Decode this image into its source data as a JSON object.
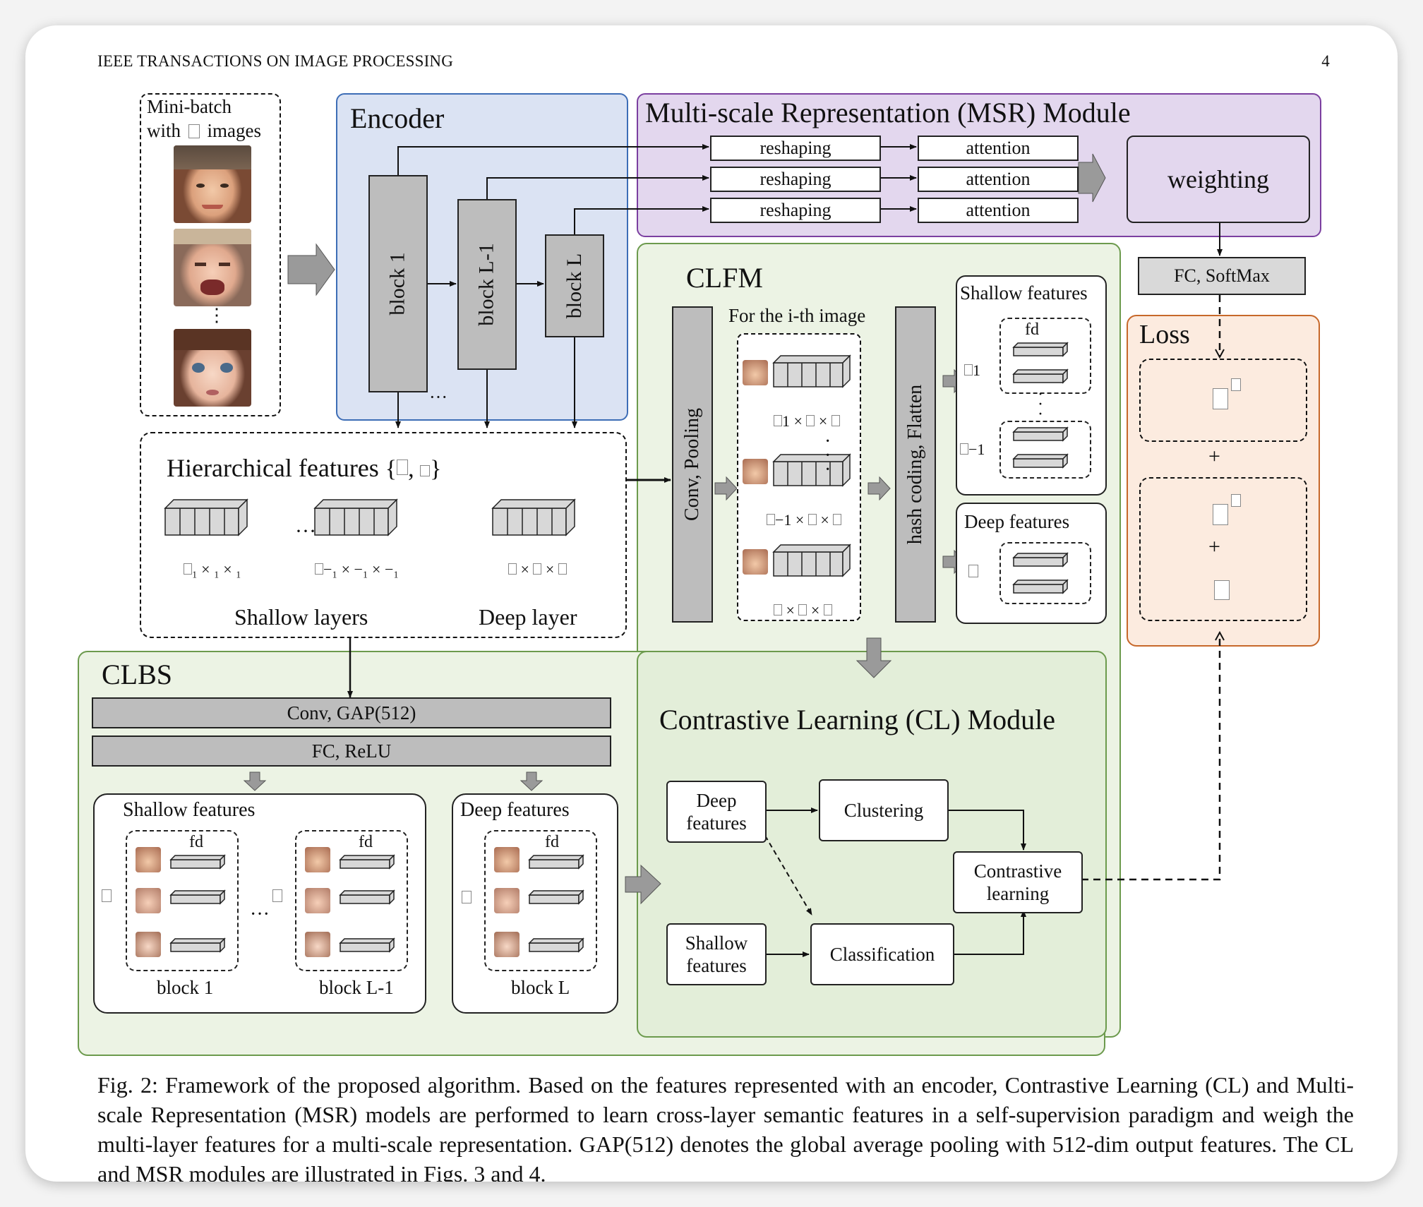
{
  "header": {
    "journal": "IEEE TRANSACTIONS ON IMAGE PROCESSING",
    "page_number": "4"
  },
  "input": {
    "line1": "Mini-batch",
    "line2_pre": "with",
    "line2_post": "images",
    "dots": "⋮"
  },
  "encoder": {
    "title": "Encoder",
    "block1": "block 1",
    "block_l1": "block L-1",
    "block_l": "block L",
    "dots": "···"
  },
  "msr": {
    "title": "Multi-scale Representation (MSR) Module",
    "reshaping": "reshaping",
    "attention": "attention",
    "weighting": "weighting"
  },
  "fc_softmax": "FC, SoftMax",
  "hier": {
    "title": "Hierarchical features",
    "shallow_layers": "Shallow layers",
    "deep_layer": "Deep layer",
    "dots": "···",
    "dim1": "₁ × ₁ × ₁",
    "dim2": "−₁ × −₁ × −₁",
    "times": "×"
  },
  "clfm": {
    "title": "CLFM",
    "conv_pooling": "Conv, Pooling",
    "for_image": "For the i-th image",
    "hash_flatten": "hash coding, Flatten",
    "shallow_features": "Shallow features",
    "deep_features": "Deep features",
    "fd": "fd",
    "sub1": "1",
    "sub_minus1": "−1",
    "times": "×"
  },
  "loss": {
    "title": "Loss",
    "plus": "+"
  },
  "clbs": {
    "title": "CLBS",
    "conv_gap": "Conv, GAP(512)",
    "fc_relu": "FC, ReLU",
    "shallow_features": "Shallow features",
    "deep_features": "Deep features",
    "block1": "block 1",
    "block_l1": "block L-1",
    "block_l": "block L",
    "fd": "fd",
    "dots": "···"
  },
  "cl": {
    "title": "Contrastive Learning (CL) Module",
    "deep": "Deep features",
    "clustering": "Clustering",
    "contrastive": "Contrastive learning",
    "shallow": "Shallow features",
    "classification": "Classification"
  },
  "caption": "Fig. 2: Framework of the proposed algorithm. Based on the features represented with an encoder, Contrastive Learning (CL) and Multi-scale Representation (MSR) models are performed to learn cross-layer semantic features in a self-supervision paradigm and weigh the multi-layer features for a multi-scale representation. GAP(512) denotes the global average pooling with 512-dim output features. The CL and MSR modules are illustrated in Figs. 3 and 4.",
  "colors": {
    "encoder_bg": "#dbe3f3",
    "encoder_border": "#3d6db6",
    "msr_bg": "#e3d7ee",
    "msr_border": "#7b3fa0",
    "green_bg": "#ecf3e4",
    "green_border": "#6c9a4d",
    "loss_bg": "#fcebdf",
    "loss_border": "#c7682a",
    "block_grey": "#bdbdbd"
  }
}
